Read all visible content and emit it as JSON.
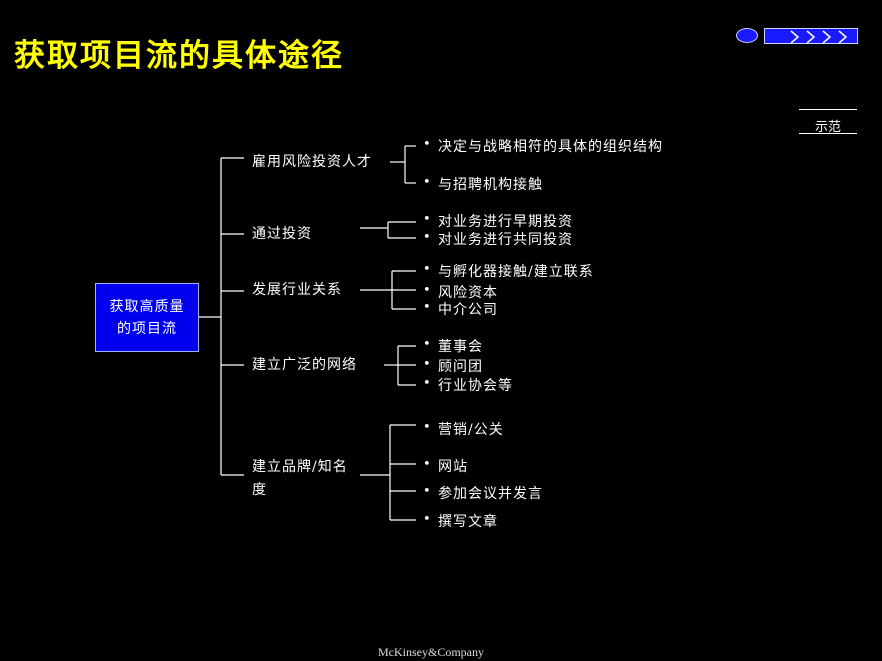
{
  "title": "获取项目流的具体途径",
  "example_label": "示范",
  "root": "获取高质量的项目流",
  "categories": [
    {
      "label": "雇用风险投资人才",
      "items": [
        "决定与战略相符的具体的组织结构",
        "与招聘机构接触"
      ]
    },
    {
      "label": "通过投资",
      "items": [
        "对业务进行早期投资",
        "对业务进行共同投资"
      ]
    },
    {
      "label": "发展行业关系",
      "items": [
        "与孵化器接触/建立联系",
        "风险资本",
        "中介公司"
      ]
    },
    {
      "label": "建立广泛的网络",
      "items": [
        "董事会",
        "顾问团",
        "行业协会等"
      ]
    },
    {
      "label": "建立品牌/知名度",
      "items": [
        "营销/公关",
        "网站",
        "参加会议并发言",
        "撰写文章"
      ]
    }
  ],
  "footer": "McKinsey&Company"
}
